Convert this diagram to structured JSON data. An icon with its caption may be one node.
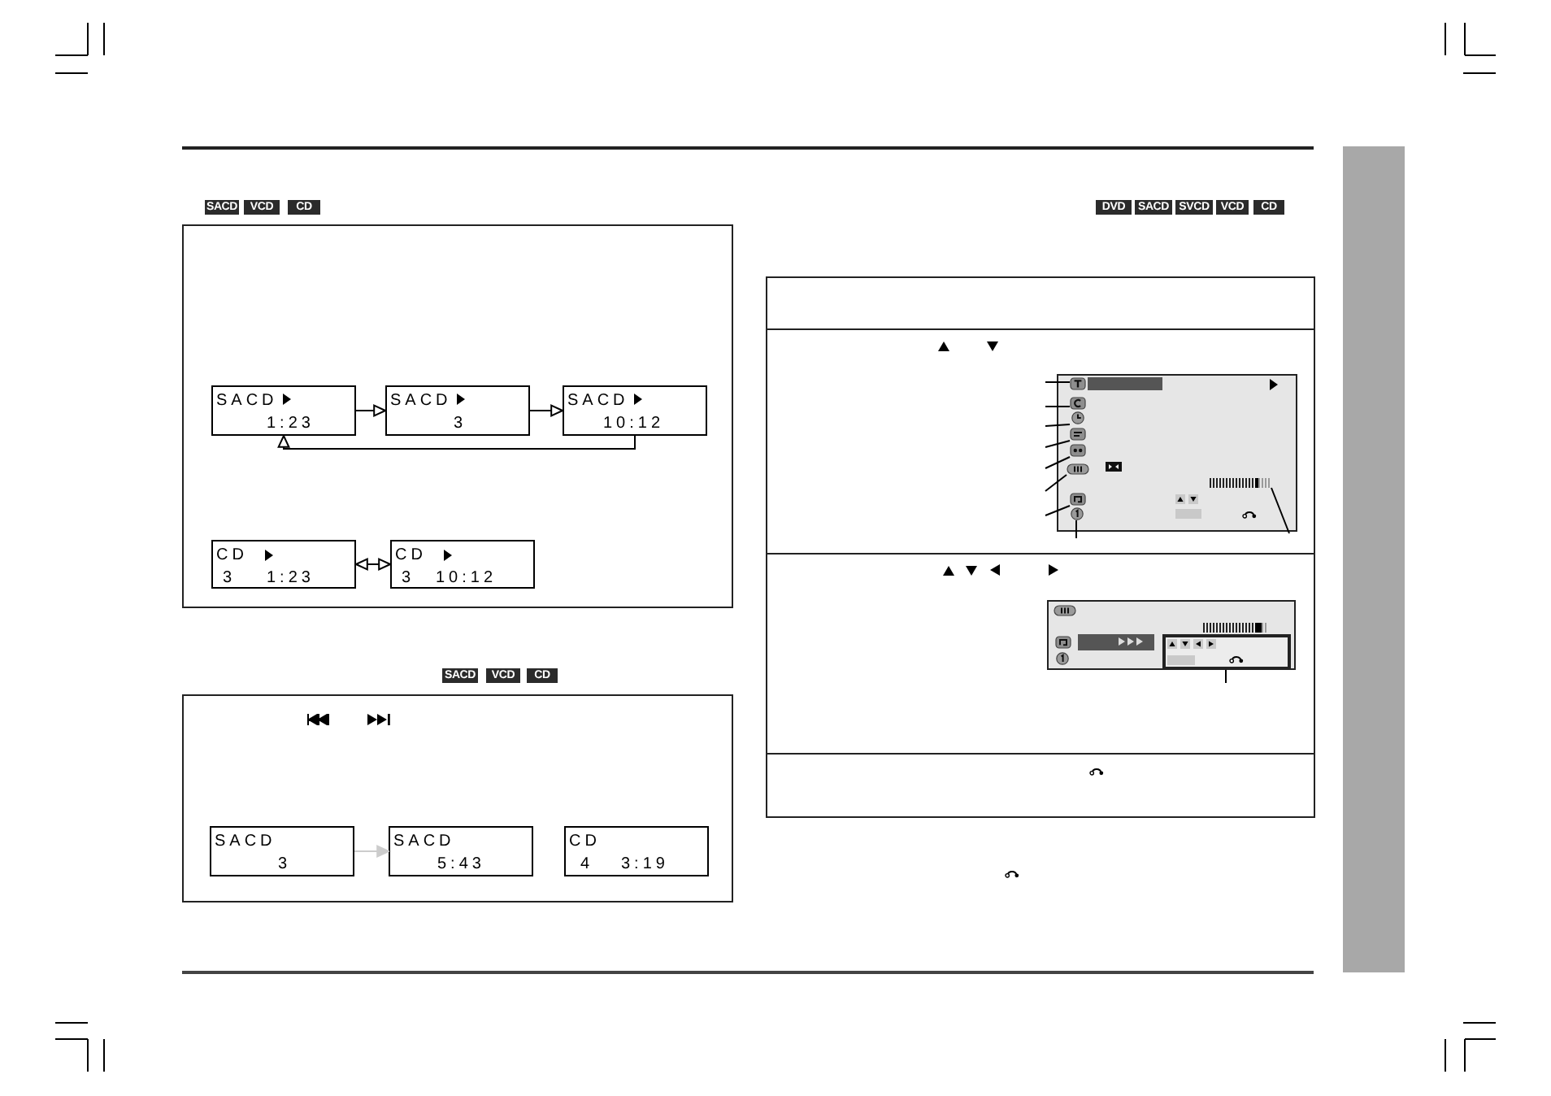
{
  "diagram": {
    "nodes": [
      {
        "text": [],
        "shape": "box"
      },
      {
        "text": [
          "SACD",
          "1:23"
        ],
        "in": 0
      },
      {
        "text": [
          "SACD",
          "3"
        ],
        "in": 0
      },
      {
        "text": [
          "SACD",
          "10:12"
        ],
        "in": 0
      },
      {
        "text": [
          "CD",
          "3",
          "1:23"
        ],
        "in": 0
      },
      {
        "text": [
          "CD",
          "3",
          "10:12"
        ],
        "in": 0
      },
      {
        "text": [],
        "shape": "box"
      },
      {
        "text": [
          "SACD",
          "3"
        ],
        "in": 6
      },
      {
        "text": [
          "SACD",
          "5:43"
        ],
        "in": 6
      },
      {
        "text": [
          "CD",
          "4",
          "3:19"
        ],
        "in": 6
      },
      {
        "text": [],
        "shape": "box"
      },
      {
        "text": [],
        "shape": "screen",
        "in": 10
      },
      {
        "text": [],
        "shape": "icon",
        "in": 11
      },
      {
        "text": [],
        "shape": "icon",
        "in": 11
      },
      {
        "text": [],
        "shape": "icon",
        "in": 11
      },
      {
        "text": [],
        "shape": "icon",
        "in": 11
      },
      {
        "text": [],
        "shape": "icon",
        "in": 11
      },
      {
        "text": [],
        "shape": "icon",
        "in": 11
      },
      {
        "text": [],
        "shape": "icon",
        "in": 11
      },
      {
        "text": [],
        "shape": "icon",
        "in": 11
      },
      {
        "text": [],
        "shape": "bar",
        "in": 11
      },
      {
        "text": [],
        "shape": "screen",
        "in": 10
      },
      {
        "text": [],
        "shape": "box",
        "in": 21
      },
      {
        "text": [],
        "shape": "band"
      }
    ],
    "edges": [
      {
        "from": 1,
        "to": 2,
        "arrow": "to"
      },
      {
        "from": 2,
        "to": 3,
        "arrow": "to"
      },
      {
        "from": 3,
        "to": 1,
        "arrow": "to"
      },
      {
        "from": 4,
        "to": 5,
        "arrow": "both"
      },
      {
        "from": 7,
        "to": 8,
        "arrow": "to",
        "color": "#cccccc"
      },
      {
        "from": null,
        "to": 12,
        "arrow": "none"
      },
      {
        "from": null,
        "to": 13,
        "arrow": "none"
      },
      {
        "from": null,
        "to": 14,
        "arrow": "none"
      },
      {
        "from": null,
        "to": 15,
        "arrow": "none"
      },
      {
        "from": null,
        "to": 16,
        "arrow": "none"
      },
      {
        "from": null,
        "to": 17,
        "arrow": "none"
      },
      {
        "from": null,
        "to": 18,
        "arrow": "none"
      },
      {
        "from": null,
        "to": 19,
        "arrow": "none"
      },
      {
        "from": null,
        "to": 20,
        "arrow": "none"
      },
      {
        "from": null,
        "to": 22,
        "arrow": "none"
      }
    ],
    "labels": [
      "SACD",
      "VCD",
      "CD",
      "SACD",
      "VCD",
      "CD",
      "DVD",
      "SACD",
      "SVCD",
      "VCD",
      "CD"
    ]
  }
}
